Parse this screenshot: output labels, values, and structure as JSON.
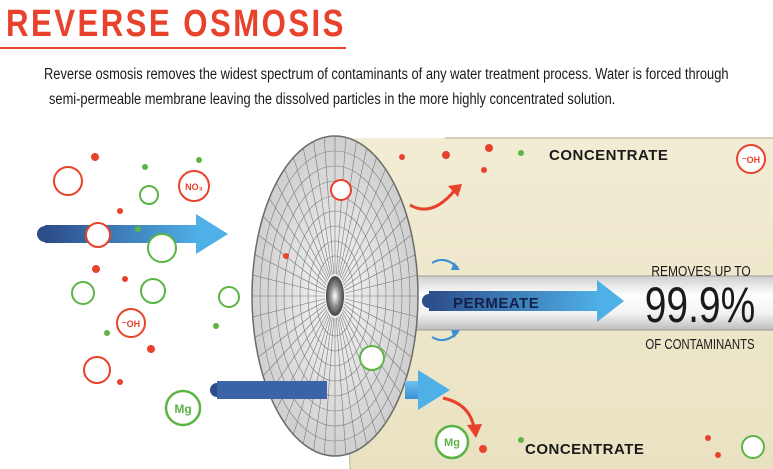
{
  "title": "REVERSE OSMOSIS",
  "description": {
    "line1": "Reverse osmosis removes the widest spectrum of contaminants of any water treatment process. Water is forced through",
    "line2": "semi-permeable membrane leaving the dissolved particles in the more highly concentrated solution."
  },
  "labels": {
    "concentrate_top": "CONCENTRATE",
    "concentrate_bottom": "CONCENTRATE",
    "permeate": "PERMEATE",
    "removes_line1": "REMOVES UP TO",
    "removes_percent": "99.9%",
    "removes_line3": "OF CONTAMINANTS"
  },
  "particles": {
    "nitrate": "NO₃",
    "hydroxide": "⁻OH",
    "magnesium": "Mg"
  },
  "colors": {
    "title": "#e8412c",
    "contaminant_red": "#e8412c",
    "contaminant_green": "#5cb444",
    "arrow_blue": "#3a8fd6",
    "arrow_dark": "#2c4d8a",
    "concentrate_bg": "#efe9cf"
  }
}
